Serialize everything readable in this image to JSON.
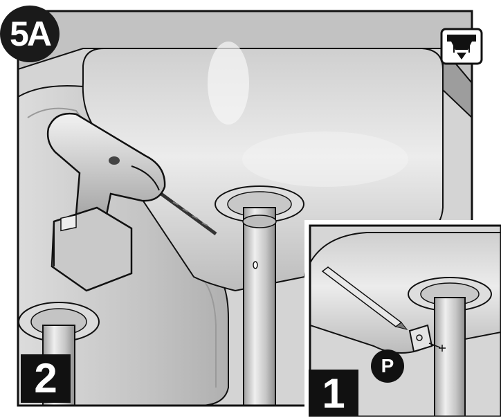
{
  "step": {
    "label": "5A"
  },
  "panels": [
    {
      "number": "2"
    },
    {
      "number": "1",
      "callout": "P"
    }
  ],
  "icons": {
    "corner": "under-sink-mount-icon",
    "tools": [
      "drill-icon",
      "pencil-icon"
    ]
  },
  "colors": {
    "ink": "#111111",
    "metal_light": "#e6e6e6",
    "metal_mid": "#c9c9c9",
    "metal_dark": "#a8a8a8",
    "paper": "#ffffff"
  }
}
